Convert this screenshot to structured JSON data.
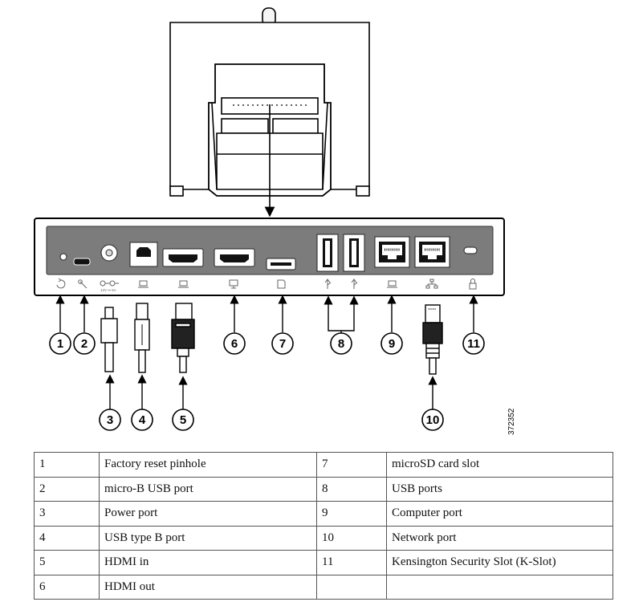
{
  "figure_id": "372352",
  "power_rating": "12V ⎓ 5A",
  "callouts": [
    "1",
    "2",
    "3",
    "4",
    "5",
    "6",
    "7",
    "8",
    "9",
    "10",
    "11"
  ],
  "icons": {
    "p1": "reset-icon",
    "p2": "wrench-icon",
    "p3": "dc-power-icon",
    "p4": "computer-icon",
    "p5": "computer-icon",
    "p6": "monitor-icon",
    "p7": "sd-card-icon",
    "p8a": "usb-icon",
    "p8b": "usb-icon",
    "p9": "computer-icon",
    "p10": "network-icon",
    "p11": "lock-icon"
  },
  "legend": [
    {
      "left_num": "1",
      "left_desc": "Factory reset pinhole",
      "right_num": "7",
      "right_desc": "microSD card slot"
    },
    {
      "left_num": "2",
      "left_desc": "micro-B USB port",
      "right_num": "8",
      "right_desc": "USB ports"
    },
    {
      "left_num": "3",
      "left_desc": "Power port",
      "right_num": "9",
      "right_desc": "Computer port"
    },
    {
      "left_num": "4",
      "left_desc": "USB type B port",
      "right_num": "10",
      "right_desc": "Network port"
    },
    {
      "left_num": "5",
      "left_desc": "HDMI in",
      "right_num": "11",
      "right_desc": "Kensington Security Slot (K-Slot)"
    },
    {
      "left_num": "6",
      "left_desc": "HDMI out",
      "right_num": "",
      "right_desc": ""
    }
  ]
}
